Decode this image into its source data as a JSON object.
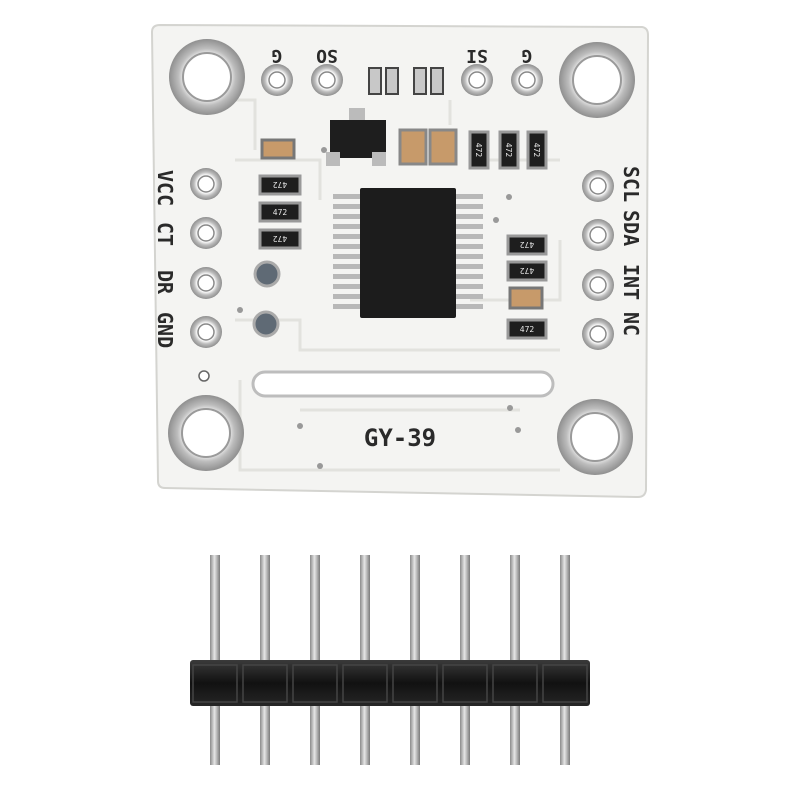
{
  "board": {
    "model_label": "GY-39",
    "top_labels": [
      "G",
      "SO",
      "SI",
      "G"
    ],
    "left_labels": [
      "VCC",
      "CT",
      "DR",
      "GND"
    ],
    "right_labels": [
      "SCL",
      "SDA",
      "INT",
      "NC"
    ],
    "resistor_code": "472"
  },
  "colors": {
    "pcb": "#f4f4f2",
    "pad": "#c9c9c9",
    "chip": "#1c1c1c",
    "header_plastic": "#1a1a1a",
    "pin_metal": "#bfbfbf"
  },
  "header": {
    "pin_count": 8
  }
}
